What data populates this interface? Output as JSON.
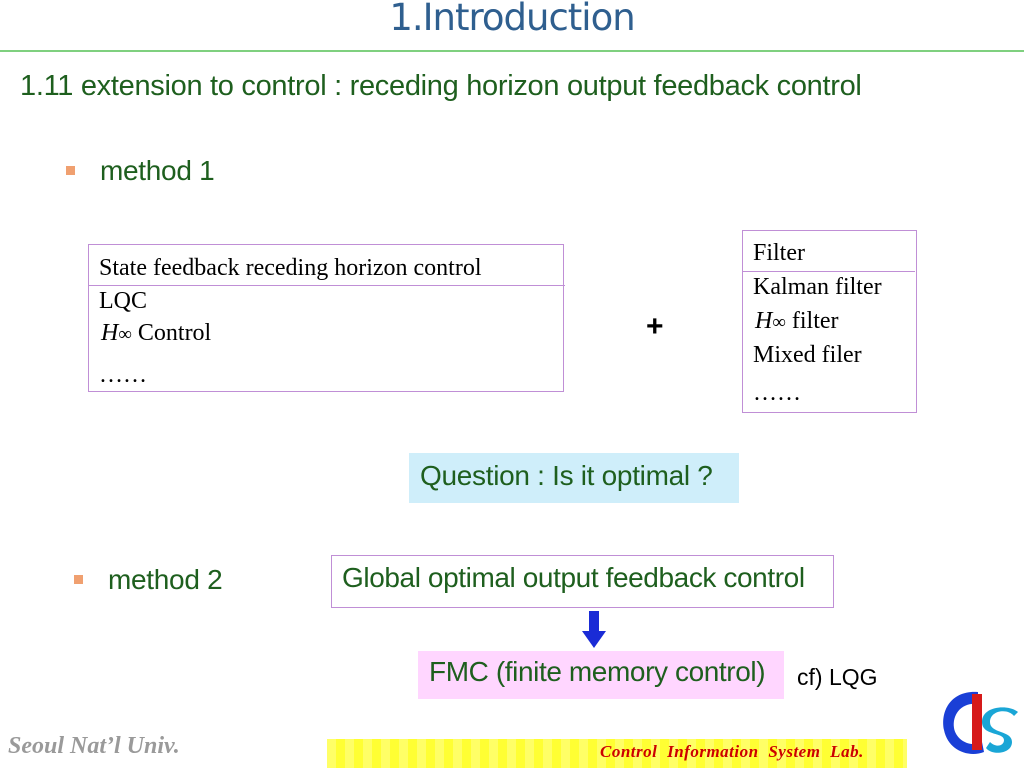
{
  "title": "1.Introduction",
  "subtitle": "1.11 extension to control : receding horizon output feedback control",
  "method1": {
    "label": "method 1",
    "left_box": {
      "header": "State feedback receding horizon control",
      "items": [
        "LQC",
        "Control",
        "……"
      ],
      "math_symbol": "H",
      "math_subscript": "∞"
    },
    "plus": "+",
    "right_box": {
      "header": "Filter",
      "items": [
        "Kalman filter",
        "filter",
        "Mixed filer",
        "……"
      ],
      "math_symbol": "H",
      "math_subscript": "∞"
    }
  },
  "question": "Question :  Is it optimal ?",
  "method2": {
    "label": "method 2",
    "global_box": "Global optimal output feedback control",
    "fmc_box": "FMC (finite memory control)",
    "cf": "cf) LQG"
  },
  "footer": {
    "left": "Seoul Nat’l Univ.",
    "right": "Control  Information  System  Lab."
  },
  "colors": {
    "title": "#2f5f8f",
    "body_text": "#1e5f1e",
    "box_border": "#c08fd6",
    "question_bg": "#cfeefa",
    "fmc_bg": "#ffd6ff",
    "arrow": "#1a2bd6",
    "footer_bar": "#ffff55",
    "footer_right": "#cc0000"
  },
  "icons": {
    "arrow": "down-arrow-icon",
    "logo": "cis-lab-logo"
  }
}
